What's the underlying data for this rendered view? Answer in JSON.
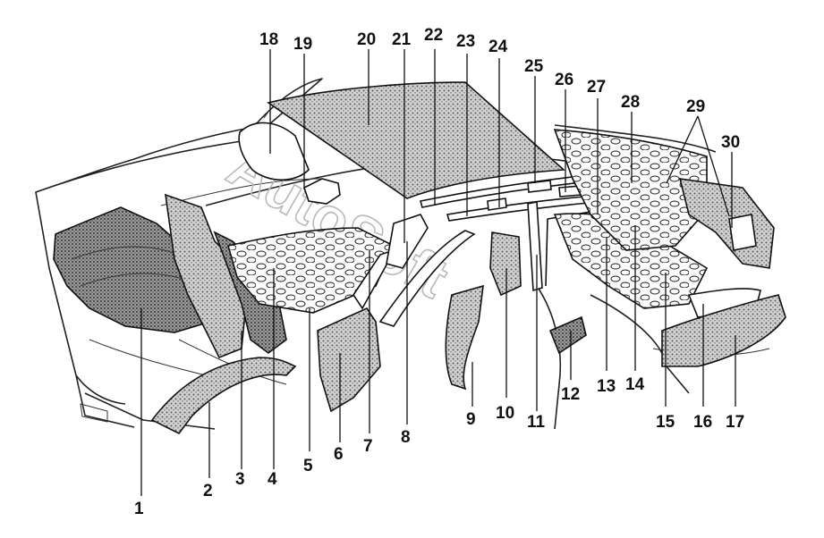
{
  "diagram": {
    "callouts": [
      "1",
      "2",
      "3",
      "4",
      "5",
      "6",
      "7",
      "8",
      "9",
      "10",
      "11",
      "12",
      "13",
      "14",
      "15",
      "16",
      "17",
      "18",
      "19",
      "20",
      "21",
      "22",
      "23",
      "24",
      "25",
      "26",
      "27",
      "28",
      "29",
      "30"
    ],
    "watermark": "AutoSoft",
    "colors": {
      "ink": "#111111",
      "fill_light": "#e4e4e4",
      "fill_dark": "#9a9a9a",
      "background": "#ffffff"
    }
  }
}
